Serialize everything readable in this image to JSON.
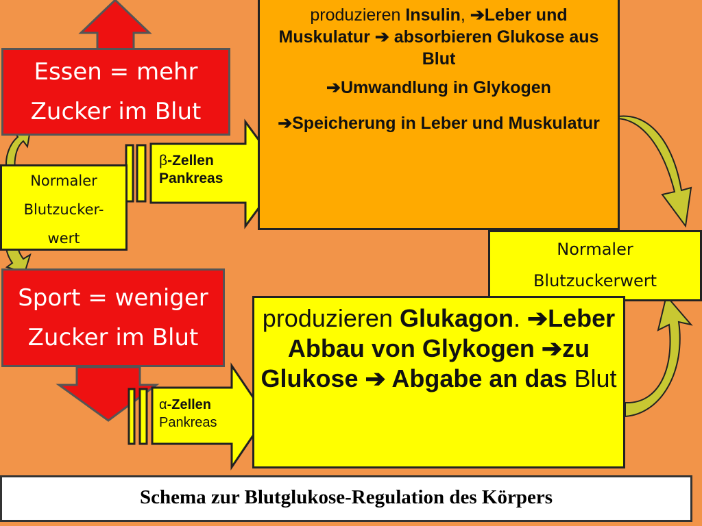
{
  "title": "Schema zur Blutglukose-Regulation des Körpers",
  "food_box": {
    "line1": "Essen = mehr",
    "line2": "Zucker im Blut"
  },
  "sport_box": {
    "line1": "Sport = weniger",
    "line2": "Zucker im Blut"
  },
  "normal_left": {
    "line1": "Normaler",
    "line2": "Blutzucker-",
    "line3": "wert"
  },
  "normal_right": {
    "line1": "Normaler",
    "line2": "Blutzuckerwert"
  },
  "beta_cells": {
    "greek": "β",
    "line1": "-Zellen",
    "line2": "Pankreas"
  },
  "alpha_cells": {
    "greek": "α",
    "line1": "-Zellen",
    "line2": "Pankreas"
  },
  "insulin_box": {
    "p1_a": "produzieren ",
    "p1_b": "Insulin",
    "p1_c": ", ",
    "p1_d": "➔Leber und Muskulatur ➔ absorbieren Glukose aus Blut",
    "p2": "➔Umwandlung in Glykogen",
    "p3": "➔Speicherung in Leber und Muskulatur"
  },
  "glucagon_box": {
    "a": "produzieren ",
    "b": "Glukagon",
    "c": ".",
    "d": "➔Leber Abbau von Glykogen ➔zu Glukose ➔ Abgabe an das",
    "e": " Blut"
  },
  "colors": {
    "background": "#F29449",
    "red": "#EE1111",
    "yellow": "#FFFF00",
    "orange": "#FFAA00",
    "curve": "#C8C832"
  }
}
